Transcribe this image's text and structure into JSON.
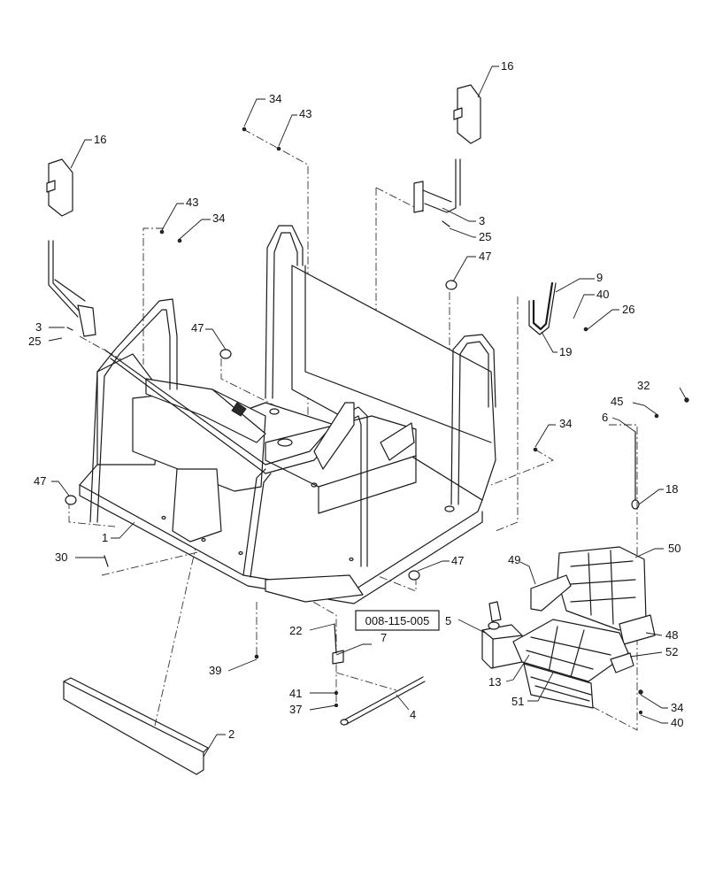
{
  "reference_box": {
    "label": "008-115-005"
  },
  "callouts": {
    "p16a": "16",
    "p16b": "16",
    "p34a": "34",
    "p34b": "34",
    "p34c": "34",
    "p34d": "34",
    "p43a": "43",
    "p43b": "43",
    "p3a": "3",
    "p3b": "3",
    "p25a": "25",
    "p25b": "25",
    "p47a": "47",
    "p47b": "47",
    "p47c": "47",
    "p47d": "47",
    "p9": "9",
    "p40a": "40",
    "p40b": "40",
    "p26": "26",
    "p19": "19",
    "p32": "32",
    "p45": "45",
    "p6": "6",
    "p18": "18",
    "p1": "1",
    "p30": "30",
    "p39": "39",
    "p2": "2",
    "p22": "22",
    "p7": "7",
    "p41": "41",
    "p37": "37",
    "p4": "4",
    "p5": "5",
    "p49": "49",
    "p50": "50",
    "p48": "48",
    "p52": "52",
    "p13": "13",
    "p51": "51"
  }
}
